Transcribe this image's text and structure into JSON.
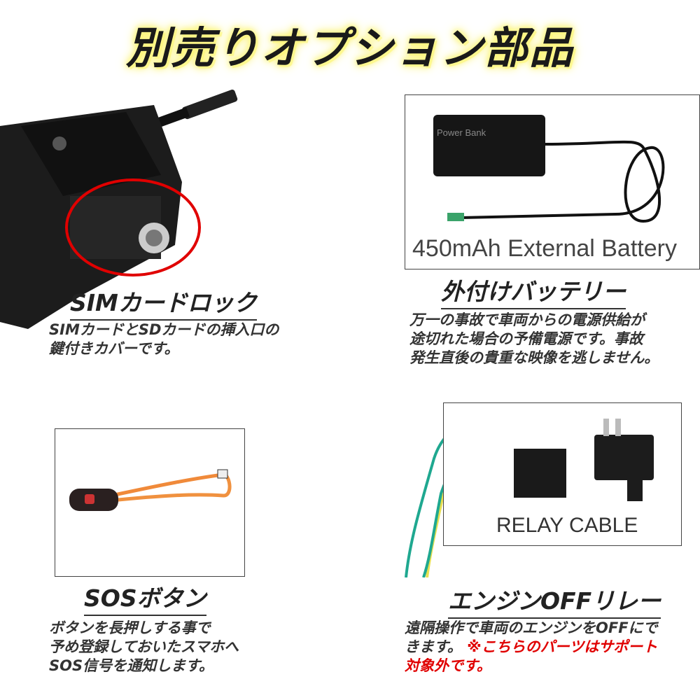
{
  "title": "別売りオプション部品",
  "items": [
    {
      "label": "SIMカードロック",
      "desc_lines": [
        "SIMカードとSDカードの挿入口の",
        "鍵付きカバーです。"
      ]
    },
    {
      "label": "外付けバッテリー",
      "image_text_small": "Power Bank",
      "image_caption": "450mAh External Battery",
      "desc_lines": [
        "万一の事故で車両からの電源供給が",
        "途切れた場合の予備電源です。事故",
        "発生直後の貴重な映像を逃しません。"
      ]
    },
    {
      "label": "SOSボタン",
      "desc_lines": [
        "ボタンを長押しする事で",
        "予め登録しておいたスマホへ",
        "SOS信号を通知します。"
      ]
    },
    {
      "label": "エンジンOFFリレー",
      "image_caption": "RELAY CABLE",
      "desc_line1": "遠隔操作で車両のエンジンをOFFにで",
      "desc_line2_black": "きます。",
      "desc_line2_red": "※こちらのパーツはサポート",
      "desc_line3_red": "対象外です。"
    }
  ],
  "colors": {
    "accent_red": "#e00000",
    "title_glow": "#fff36a"
  }
}
